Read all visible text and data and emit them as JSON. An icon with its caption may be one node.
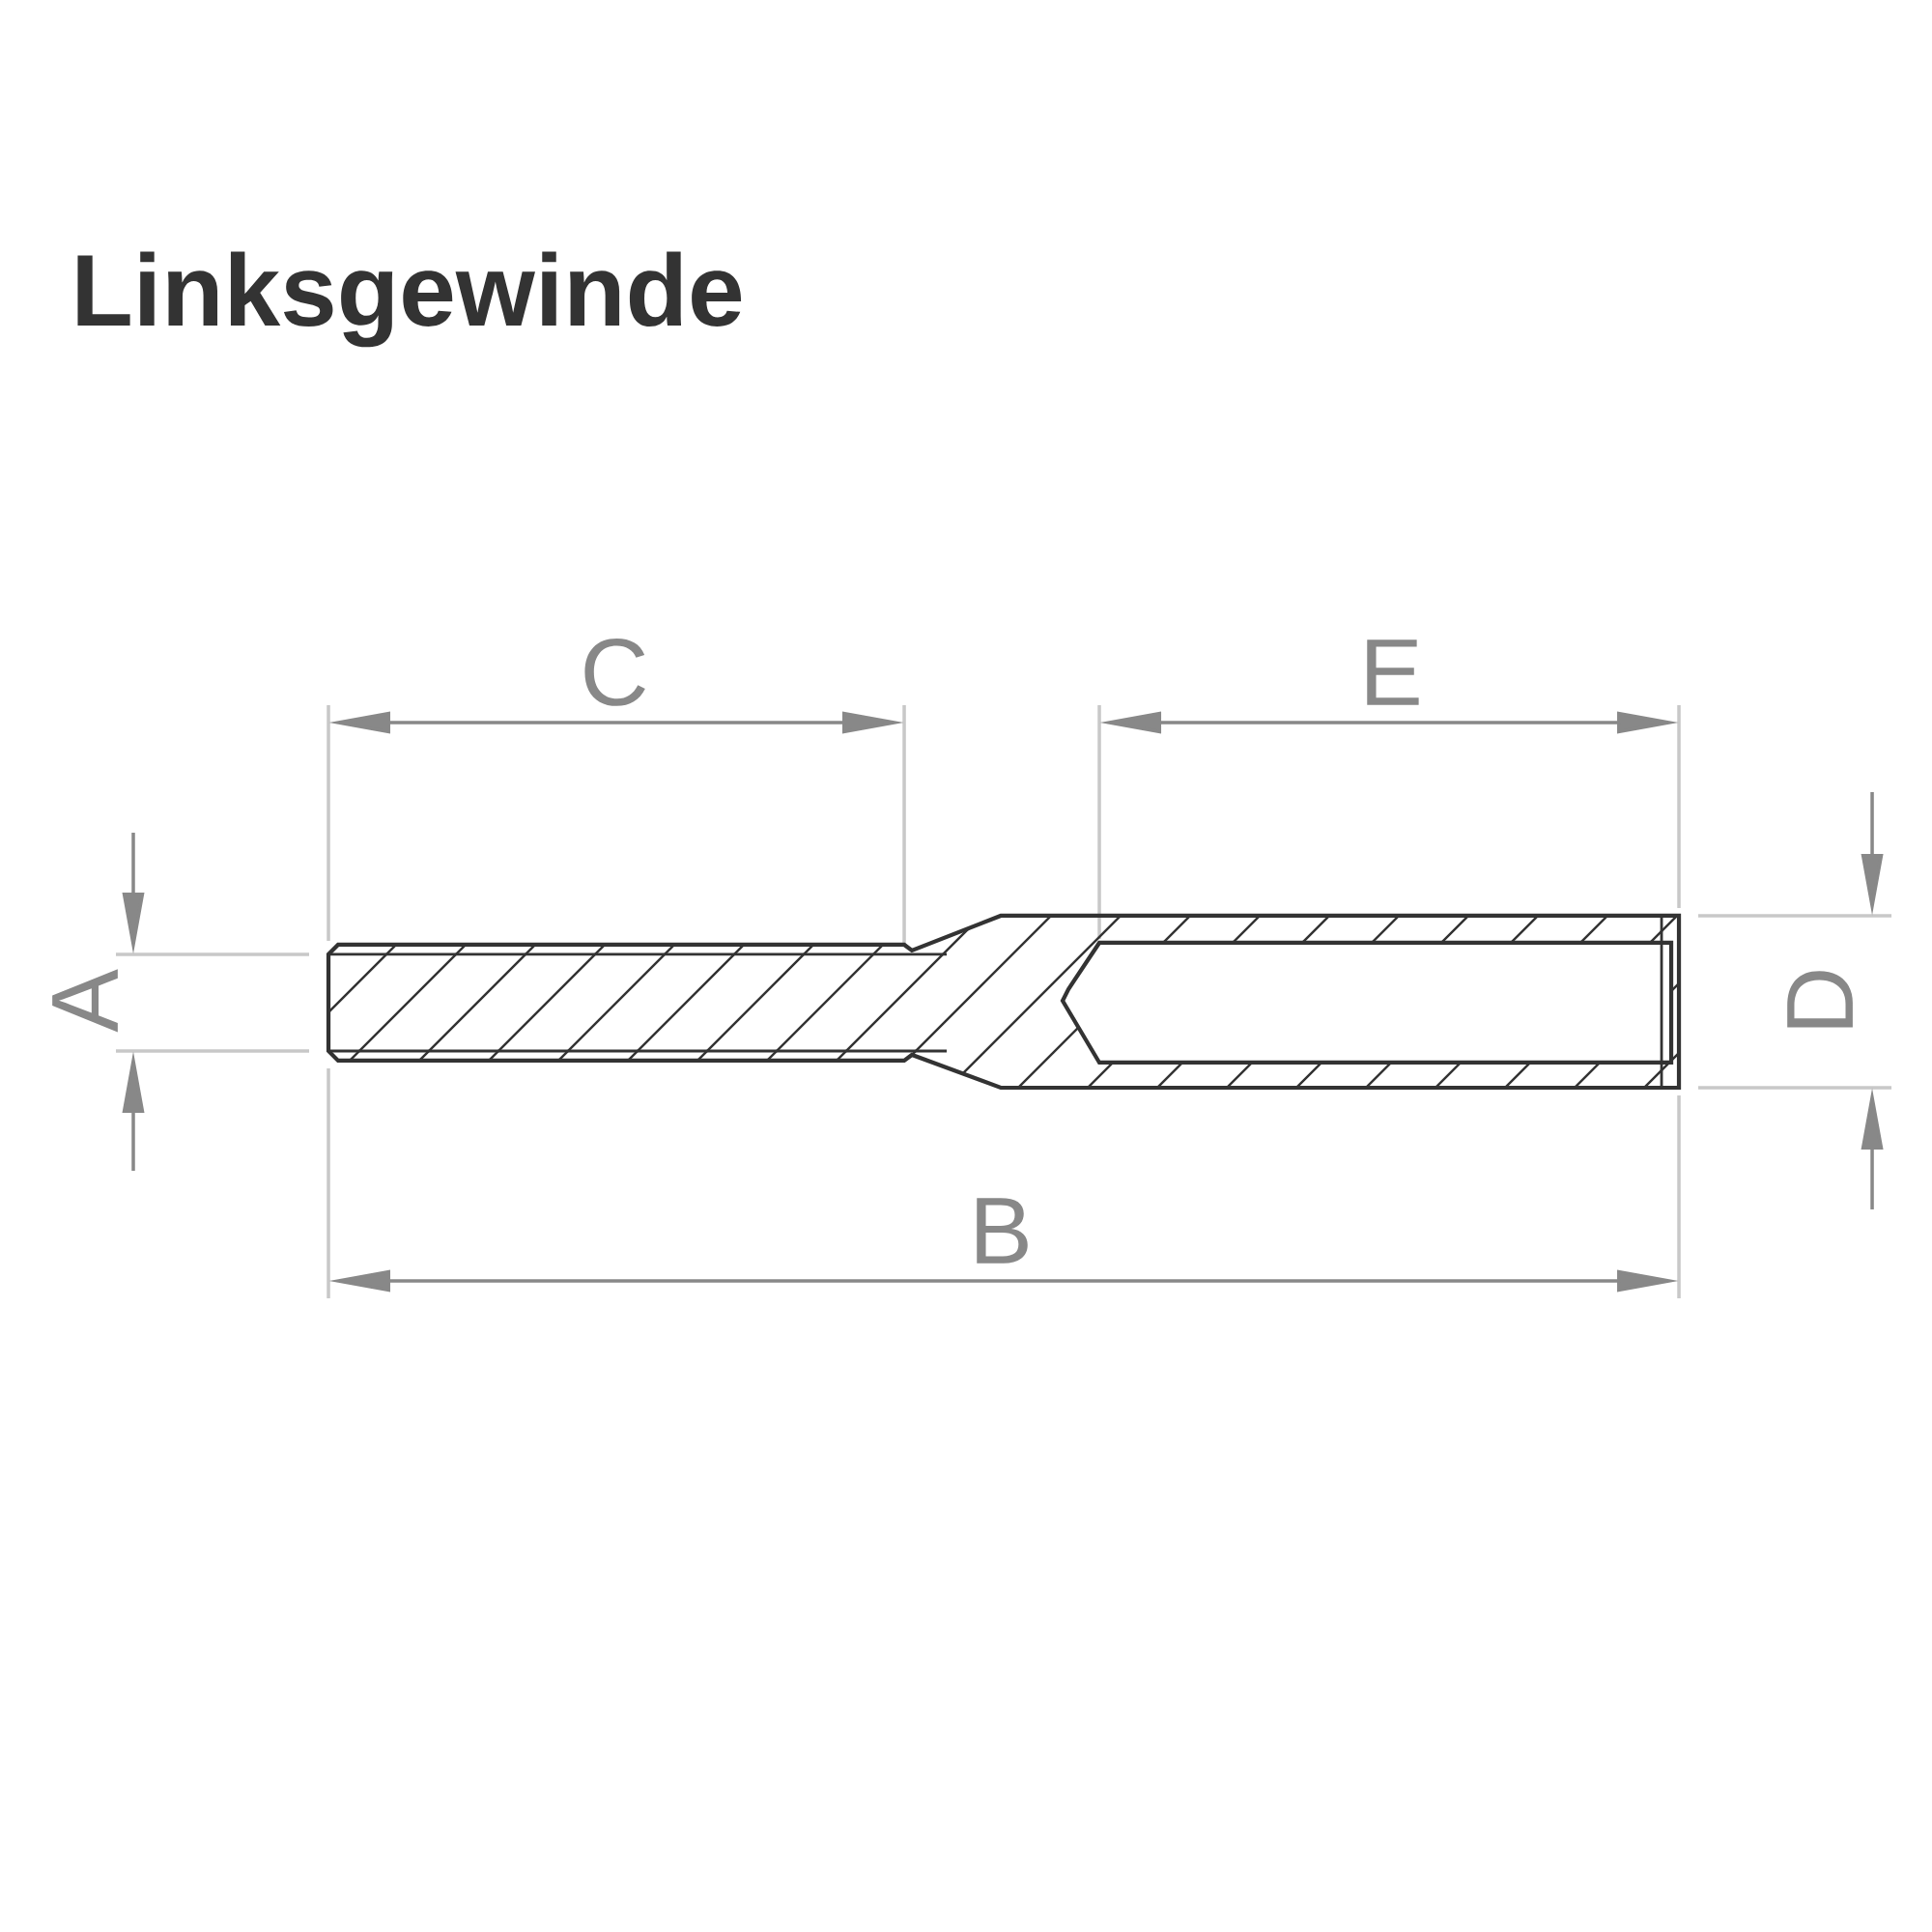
{
  "diagram": {
    "title": "Linksgewinde",
    "labels": [
      "C",
      "E",
      "A",
      "D",
      "B"
    ]
  }
}
